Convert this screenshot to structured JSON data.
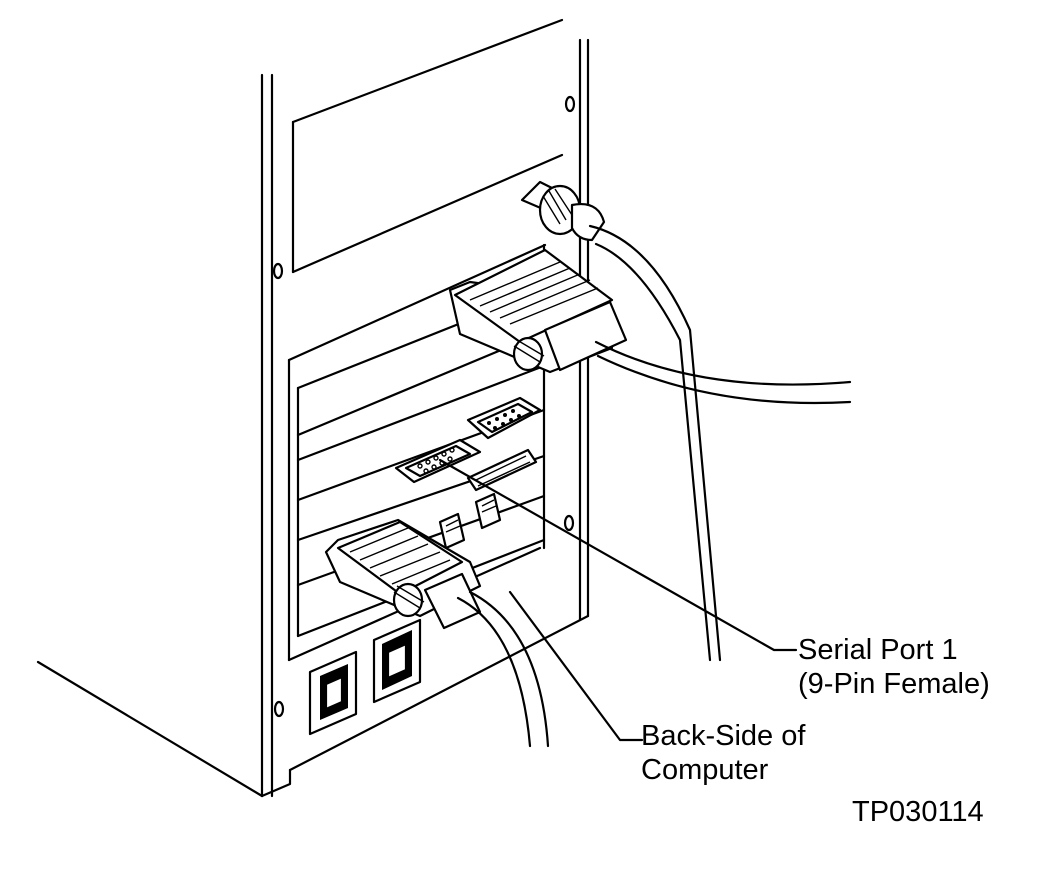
{
  "callouts": {
    "serial_port": {
      "line1": "Serial Port 1",
      "line2": "(9-Pin Female)"
    },
    "back_side": {
      "line1": "Back-Side of",
      "line2": "Computer"
    }
  },
  "figure_id": "TP030114"
}
